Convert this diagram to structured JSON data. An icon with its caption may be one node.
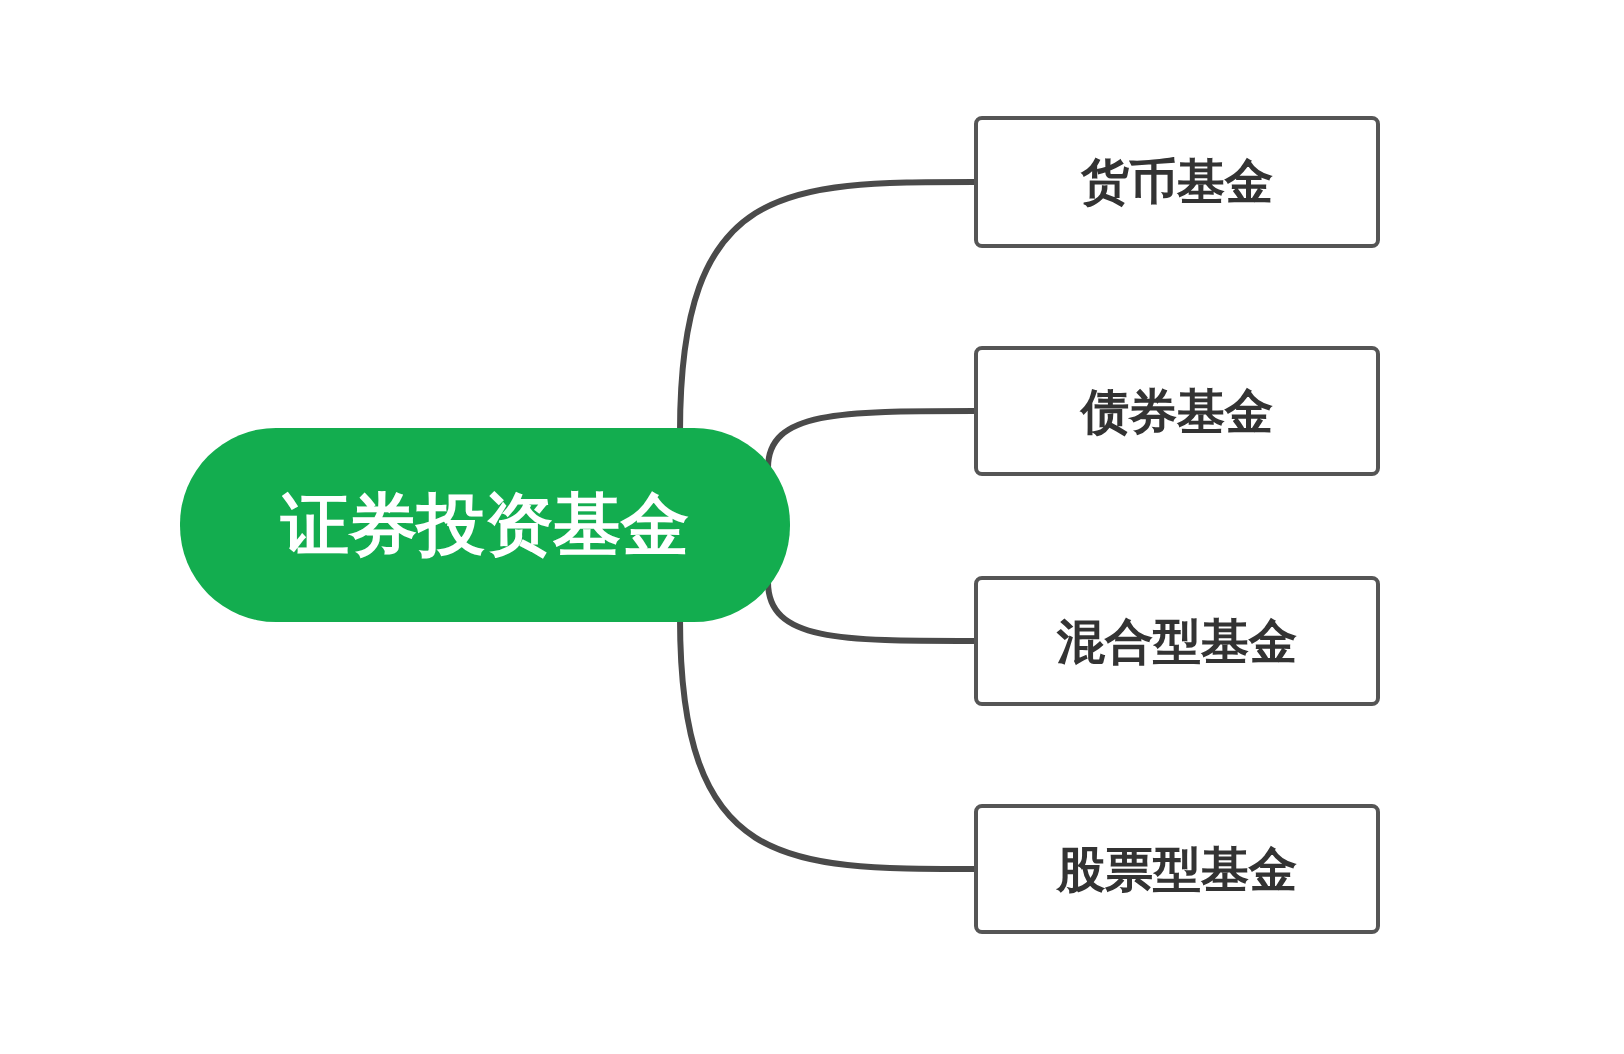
{
  "diagram": {
    "nodes": [
      {
        "text": [
          "证券投资基金"
        ]
      },
      {
        "text": [
          "货币基金"
        ]
      },
      {
        "text": [
          "债券基金"
        ]
      },
      {
        "text": [
          "混合型基金"
        ]
      },
      {
        "text": [
          "股票型基金"
        ]
      }
    ],
    "edges": [
      {
        "from": 0,
        "to": 1,
        "arrow": "none"
      },
      {
        "from": 0,
        "to": 2,
        "arrow": "none"
      },
      {
        "from": 0,
        "to": 3,
        "arrow": "none"
      },
      {
        "from": 0,
        "to": 4,
        "arrow": "none"
      }
    ]
  }
}
